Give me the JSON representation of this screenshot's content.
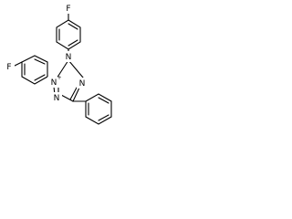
{
  "molecule": {
    "atoms": {
      "f_top": "F",
      "f_left": "F",
      "n2": "N",
      "n3": "N",
      "n1": "N",
      "n4": "N"
    },
    "charges": {
      "n3": "+"
    }
  }
}
